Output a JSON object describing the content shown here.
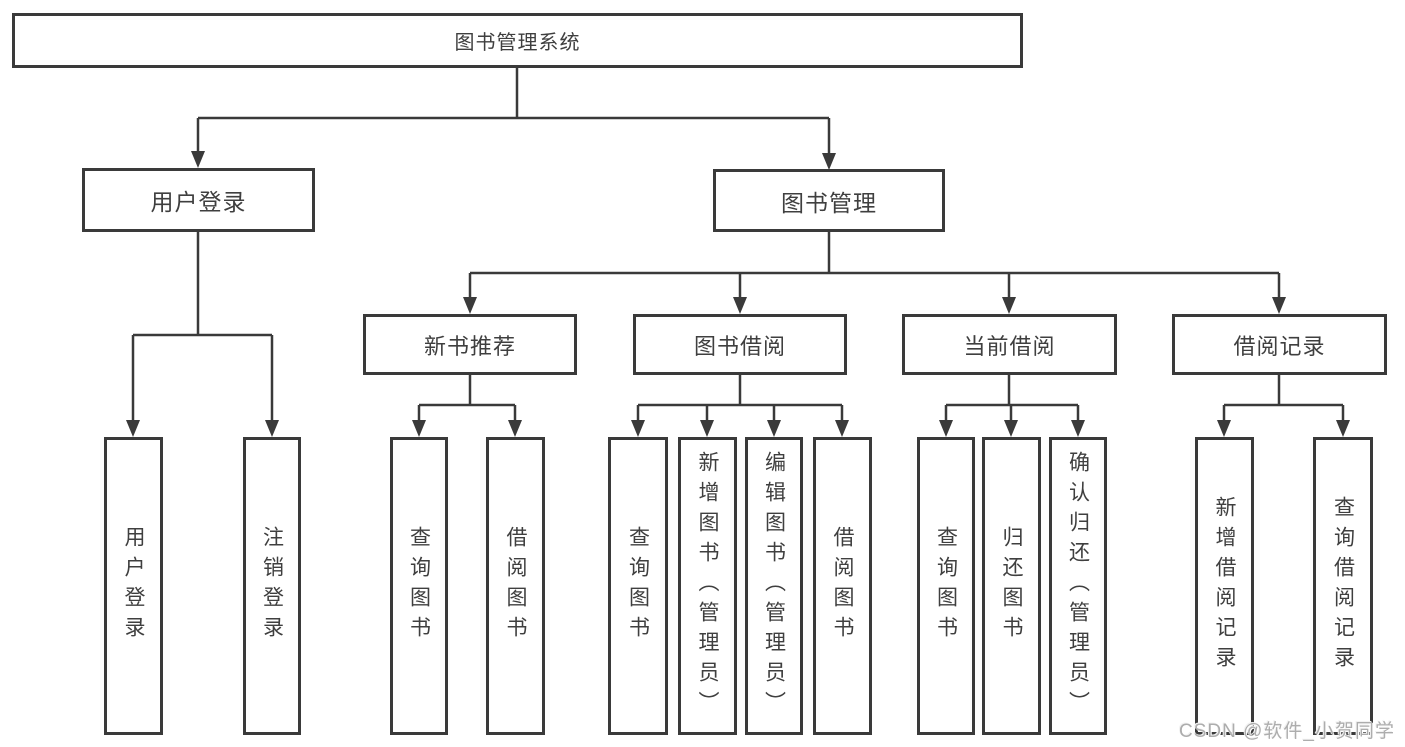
{
  "diagram_type": "hierarchy-tree",
  "tree": {
    "root": {
      "label": "图书管理系统"
    },
    "login": {
      "label": "用户登录",
      "children": [
        {
          "label": "用户登录"
        },
        {
          "label": "注销登录"
        }
      ]
    },
    "manage": {
      "label": "图书管理",
      "children": [
        {
          "label": "新书推荐",
          "children": [
            {
              "label": "查询图书"
            },
            {
              "label": "借阅图书"
            }
          ]
        },
        {
          "label": "图书借阅",
          "children": [
            {
              "label": "查询图书"
            },
            {
              "label": "新增图书（管理员）"
            },
            {
              "label": "编辑图书（管理员）"
            },
            {
              "label": "借阅图书"
            }
          ]
        },
        {
          "label": "当前借阅",
          "children": [
            {
              "label": "查询图书"
            },
            {
              "label": "归还图书"
            },
            {
              "label": "确认归还（管理员）"
            }
          ]
        },
        {
          "label": "借阅记录",
          "children": [
            {
              "label": "新增借阅记录"
            },
            {
              "label": "查询借阅记录"
            }
          ]
        }
      ]
    }
  },
  "watermark": "CSDN @软件_小贺同学",
  "colors": {
    "line": "#3a3a3a",
    "box_border": "#3a3a3a",
    "box_fill": "#ffffff",
    "text": "#3f3f3f",
    "watermark": "#adadad"
  }
}
